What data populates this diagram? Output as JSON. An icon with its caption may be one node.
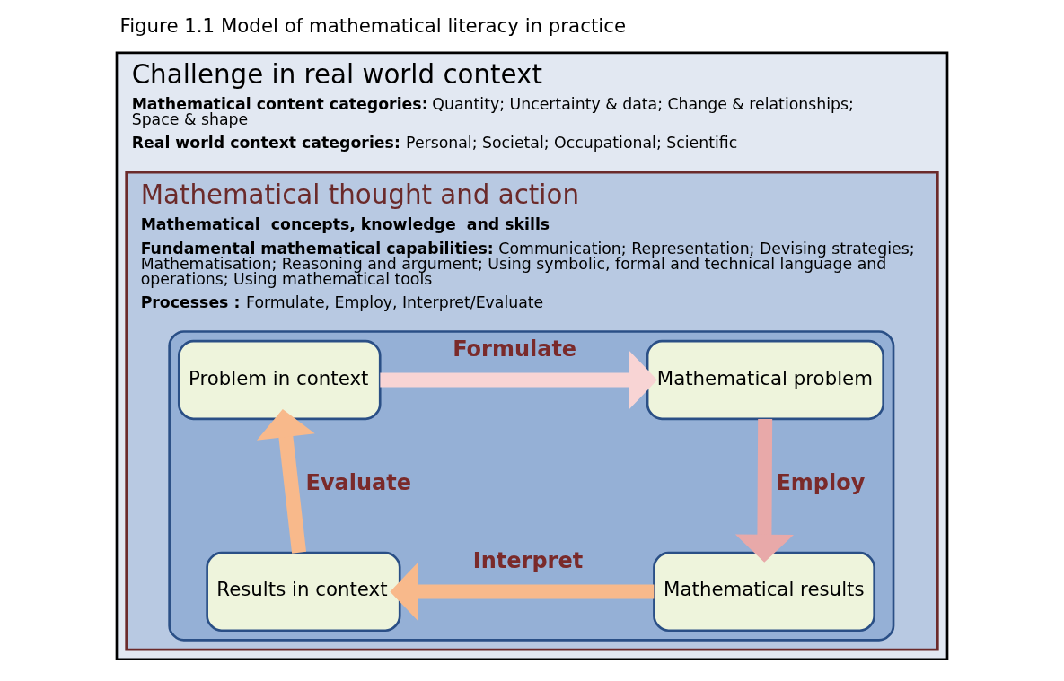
{
  "diagram": {
    "title": "Figure 1.1 Model of mathematical literacy in practice",
    "nodes": [
      {
        "text": [
          "Challenge in real world context",
          "**Mathematical content categories:** Quantity; Uncertainty & data; Change & relationships; Space & shape",
          "**Real world context categories:** Personal; Societal; Occupational; Scientific"
        ]
      },
      {
        "text": [
          "Mathematical thought and action",
          "**Mathematical  concepts, knowledge  and skills**",
          "**Fundamental mathematical capabilities:** Communication; Representation; Devising strategies; Mathematisation; Reasoning and argument; Using symbolic, formal and technical language and operations; Using mathematical tools",
          "**Processes :** Formulate, Employ, Interpret/Evaluate"
        ],
        "in": 0
      },
      {
        "text": [],
        "shape": "box",
        "in": 1
      },
      {
        "text": [
          "Problem in context"
        ],
        "in": 2
      },
      {
        "text": [
          "Mathematical problem"
        ],
        "in": 2
      },
      {
        "text": [
          "Mathematical results"
        ],
        "in": 2
      },
      {
        "text": [
          "Results in context"
        ],
        "in": 2
      }
    ],
    "edges": [
      {
        "from": 3,
        "to": 4,
        "arrow": "to",
        "label": "Formulate",
        "color": "#f8d4d4"
      },
      {
        "from": 4,
        "to": 5,
        "arrow": "to",
        "label": "Employ",
        "color": "#e8a9a9"
      },
      {
        "from": 5,
        "to": 6,
        "arrow": "to",
        "label": "Interpret",
        "color": "#f8b98b"
      },
      {
        "from": 6,
        "to": 3,
        "arrow": "to",
        "label": "Evaluate",
        "color": "#f8b98b"
      }
    ]
  }
}
